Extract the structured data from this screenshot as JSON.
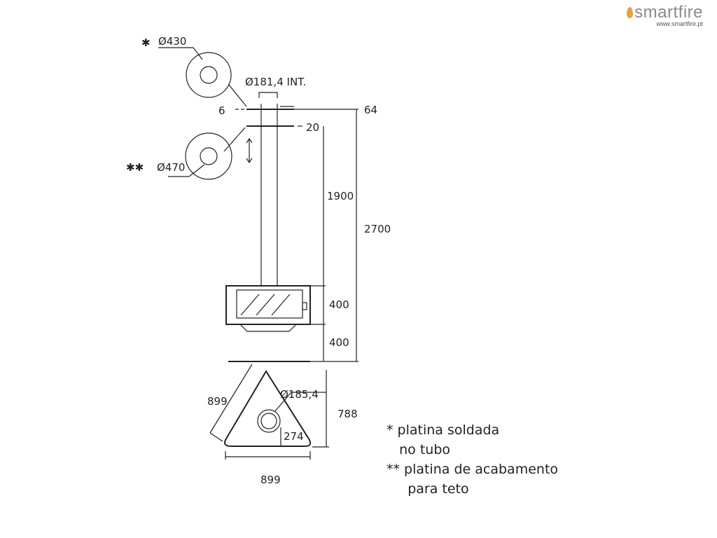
{
  "logo": {
    "wordmark": "smartfire",
    "url": "www.smartfire.pt",
    "accent_color": "#e6a33c"
  },
  "plates": {
    "upper": {
      "marker": "✱",
      "diameter": "Ø430"
    },
    "lower": {
      "marker": "✱✱",
      "diameter": "Ø470"
    }
  },
  "elevation": {
    "flue_diameter": "Ø181,4 INT.",
    "dim_6": "6",
    "dim_64": "64",
    "dim_20": "20",
    "dim_1900": "1900",
    "dim_2700": "2700",
    "dim_body": "400",
    "dim_floor": "400"
  },
  "plan": {
    "side": "899",
    "depth": "788",
    "base": "899",
    "outlet_diameter": "Ø185,4",
    "outlet_offset": "274"
  },
  "legend": [
    {
      "line1": "* platina soldada",
      "line2": "   no tubo"
    },
    {
      "line1": "** platina de acabamento",
      "line2": "     para teto"
    }
  ]
}
